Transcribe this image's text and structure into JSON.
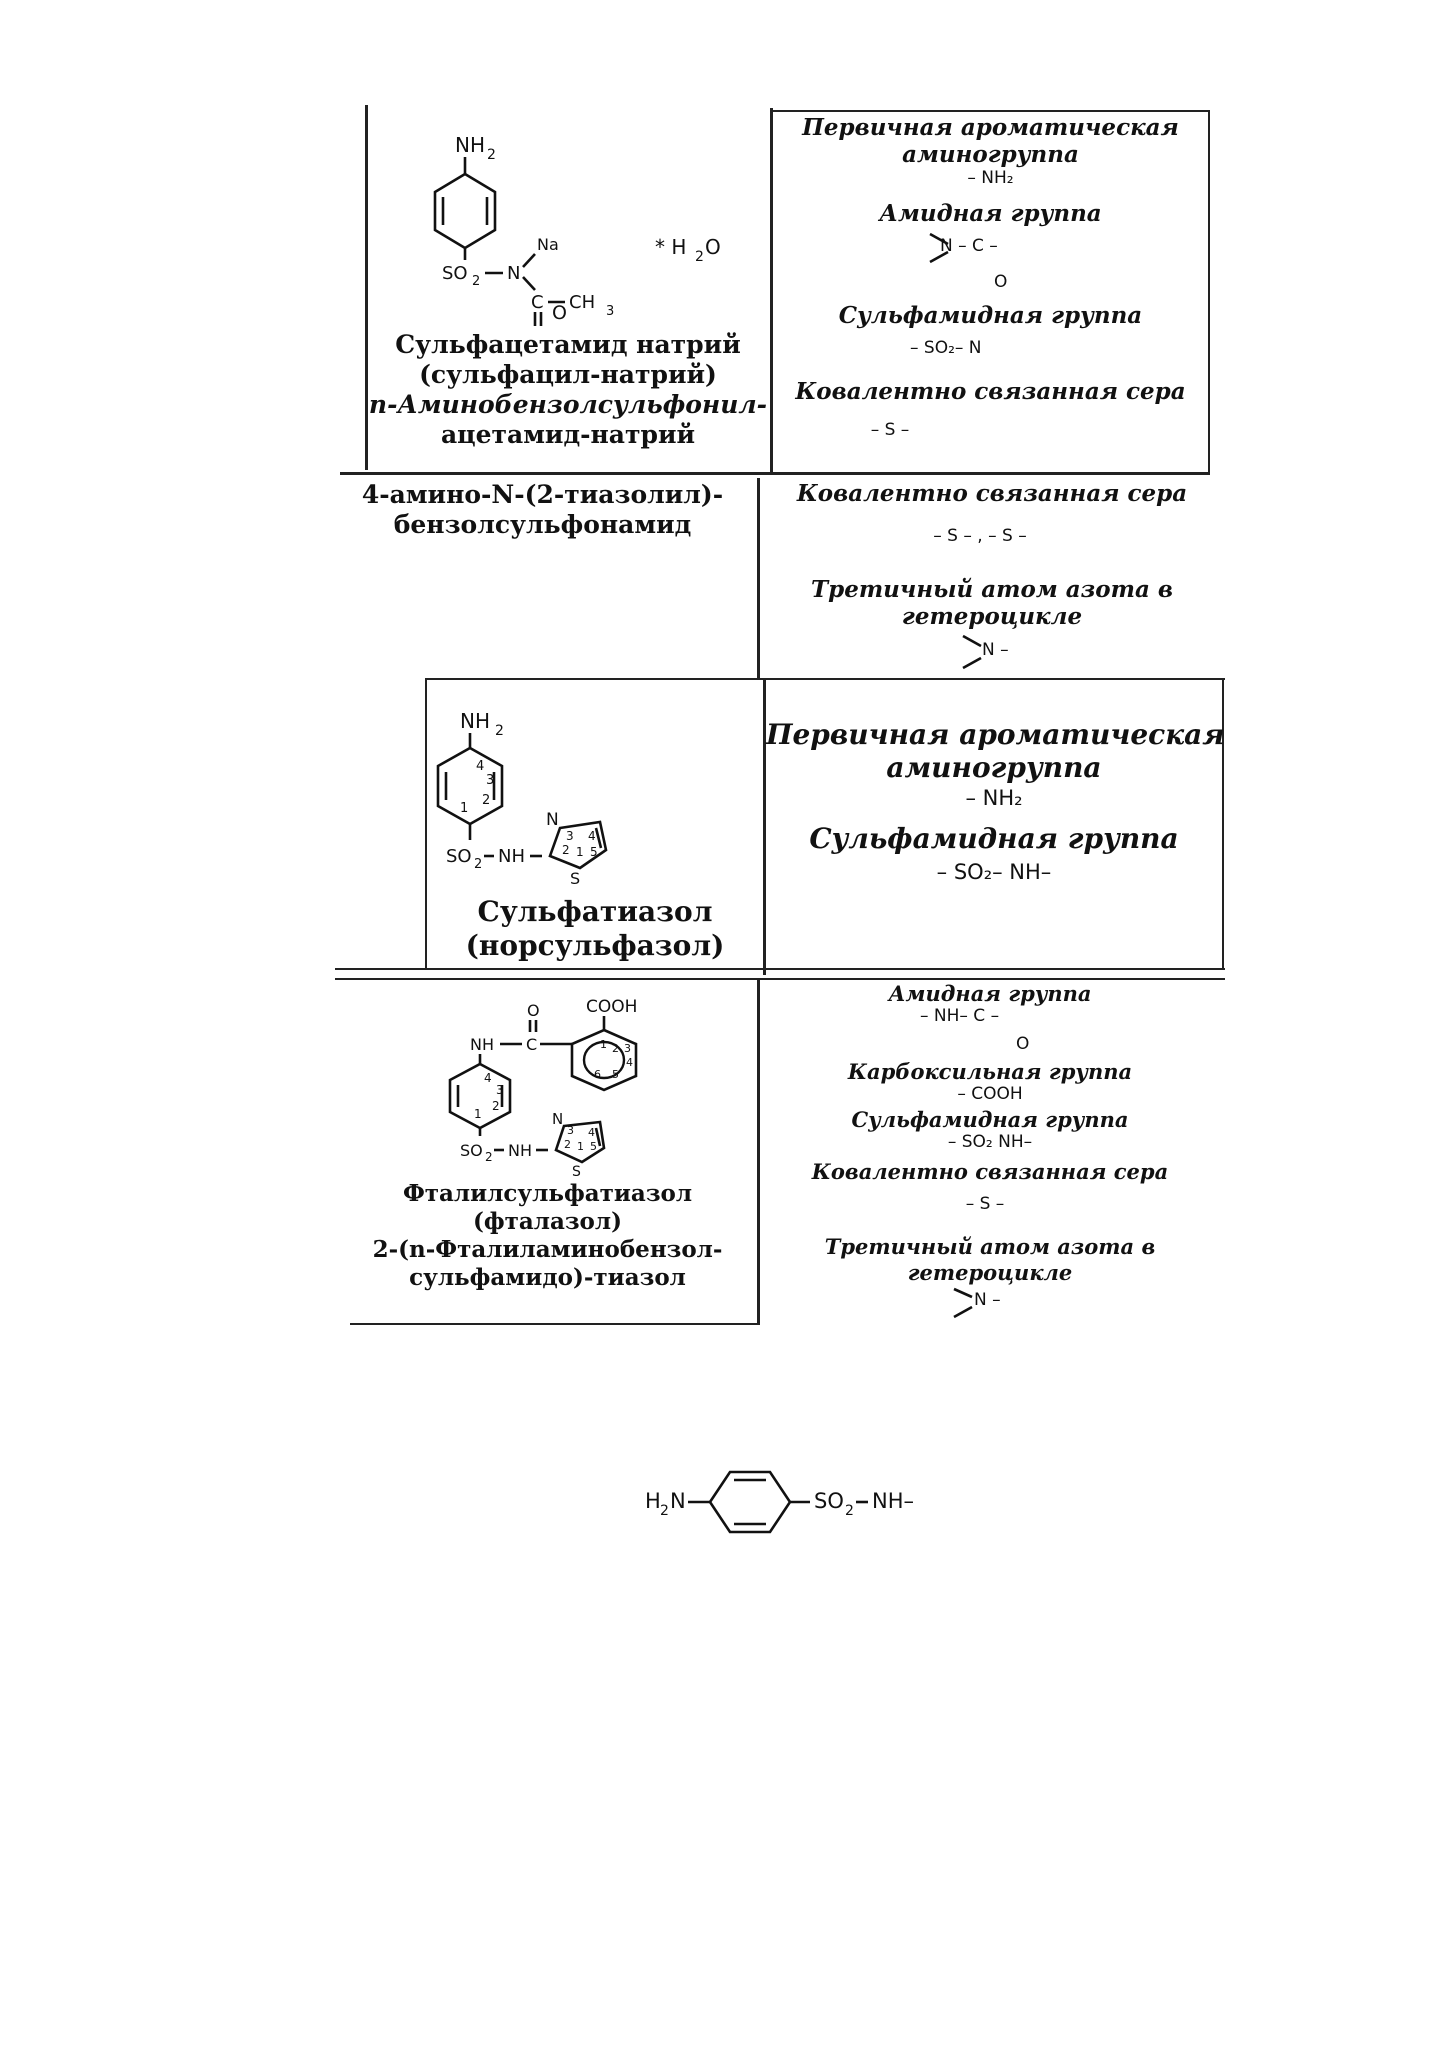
{
  "row1": {
    "structure": {
      "nh2": "NH",
      "sub2": "2",
      "so2": "SO",
      "n": "N",
      "na": "Na",
      "c": "C",
      "ch3": "CH",
      "sub3": "3",
      "o": "O",
      "hydrate": "* H",
      "h2o_o": "O"
    },
    "name_lines": [
      "Сульфацетамид натрий",
      "(сульфацил-натрий)",
      "n-Аминобензолсульфонил-",
      "ацетамид-натрий"
    ],
    "groups": [
      {
        "title_lines": [
          "Первичная ароматическая",
          "аминогруппа"
        ],
        "formula": "– NH₂"
      },
      {
        "title_lines": [
          "Амидная группа"
        ],
        "formula": "N – C –"
      },
      {
        "title_lines": [
          "Сульфамидная группа"
        ],
        "formula": "– SO₂– N"
      },
      {
        "title_lines": [
          "Ковалентно связанная сера"
        ],
        "formula": "– S –"
      }
    ]
  },
  "row2": {
    "name_lines": [
      "4-амино-N-(2-тиазолил)-",
      "бензолсульфонамид"
    ],
    "groups": [
      {
        "title_lines": [
          "Ковалентно связанная сера"
        ],
        "formula": "– S – , – S –"
      },
      {
        "title_lines": [
          "Третичный атом азота в",
          "гетероцикле"
        ],
        "formula": "N –"
      }
    ]
  },
  "row3": {
    "structure": {
      "nh2": "NH",
      "sub2": "2",
      "so2nh": "SO",
      "nh": "NH",
      "n": "N",
      "s": "S",
      "ring_numbers": [
        "4",
        "3",
        "1",
        "2"
      ],
      "thiazole_numbers": [
        "3",
        "4",
        "2",
        "1",
        "5"
      ]
    },
    "name_lines": [
      "Сульфатиазол",
      "(норсульфазол)"
    ],
    "groups": [
      {
        "title_lines": [
          "Первичная ароматическая",
          "аминогруппа"
        ],
        "formula": "– NH₂"
      },
      {
        "title_lines": [
          "Сульфамидная группа"
        ],
        "formula": "– SO₂– NH–"
      }
    ]
  },
  "row4": {
    "structure": {
      "cooh": "COOH",
      "o": "O",
      "nh": "NH",
      "c": "C",
      "so2nh": "SO",
      "nh2": "NH",
      "n": "N",
      "s": "S",
      "phthal_numbers": [
        "1",
        "2",
        "3",
        "4",
        "5",
        "6"
      ],
      "ring_numbers": [
        "4",
        "3",
        "1",
        "2"
      ],
      "thiazole_numbers": [
        "3",
        "4",
        "2",
        "1",
        "5"
      ]
    },
    "name_lines": [
      "Фталилсульфатиазол",
      "(фталазол)",
      "2-(n-Фталиламинобензол-",
      "сульфамидо)-тиазол"
    ],
    "groups": [
      {
        "title_lines": [
          "Амидная группа"
        ],
        "formula": "– NH– C –"
      },
      {
        "title_lines": [
          "Карбоксильная группа"
        ],
        "formula": "– COOH"
      },
      {
        "title_lines": [
          "Сульфамидная группа"
        ],
        "formula": "– SO₂ NH–"
      },
      {
        "title_lines": [
          "Ковалентно связанная сера"
        ],
        "formula": "– S –"
      },
      {
        "title_lines": [
          "Третичный атом азота в",
          "гетероцикле"
        ],
        "formula": "N –"
      }
    ]
  },
  "footer_formula": {
    "h2n": "H",
    "n": "N",
    "so2": "SO",
    "nh": "NH–",
    "sub2": "2"
  }
}
